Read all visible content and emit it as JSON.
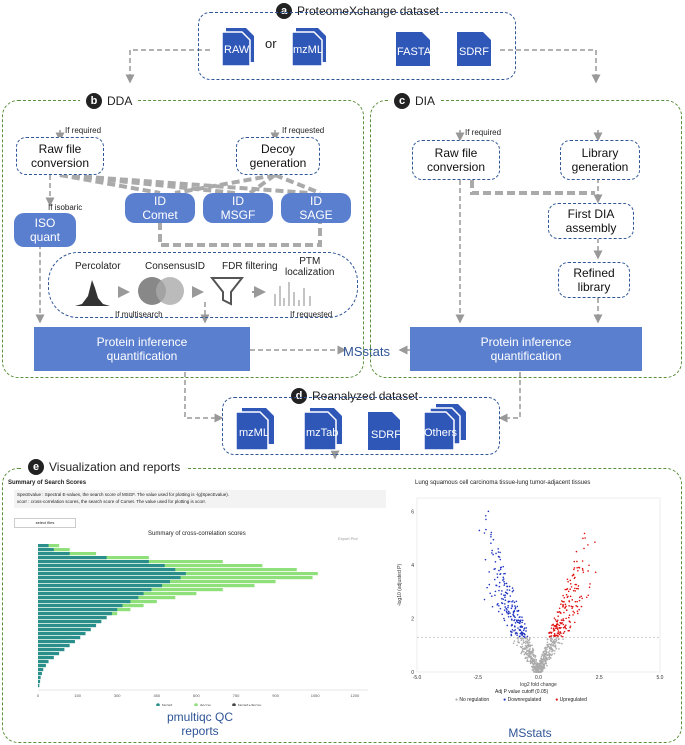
{
  "panel_a": {
    "letter": "a",
    "title": "ProteomeXchange dataset",
    "files_left": [
      "RAW",
      "mzML"
    ],
    "or": "or",
    "files_right": [
      "FASTA",
      "SDRF"
    ]
  },
  "panel_b": {
    "letter": "b",
    "title": "DDA",
    "raw": "Raw file\nconversion",
    "raw_note": "If required",
    "decoy": "Decoy\ngeneration",
    "decoy_note": "If requested",
    "iso": "ISO\nquant",
    "iso_note": "If isobaric",
    "id_comet": "ID\nComet",
    "id_msgf": "ID\nMSGF",
    "id_sage": "ID\nSAGE",
    "percolator": "Percolator",
    "consensus": "ConsensusID",
    "fdr": "FDR filtering",
    "ptm": "PTM\nlocalization",
    "multisearch_note": "If multisearch",
    "requested_note": "If requested",
    "protein": "Protein inference\nquantification"
  },
  "center": {
    "msstats": "MSstats"
  },
  "panel_c": {
    "letter": "c",
    "title": "DIA",
    "raw": "Raw file\nconversion",
    "raw_note": "If required",
    "library": "Library\ngeneration",
    "first": "First DIA\nassembly",
    "refined": "Refined\nlibrary",
    "protein": "Protein inference\nquantification"
  },
  "panel_d": {
    "letter": "d",
    "title": "Reanalyzed dataset",
    "files": [
      "mzML",
      "mzTab",
      "SDRF",
      "Others"
    ]
  },
  "panel_e": {
    "letter": "e",
    "title": "Visualization and reports",
    "left_caption": "pmultiqc QC\nreports",
    "right_caption": "MSstats",
    "left_report": {
      "heading": "Summary of Search Scores",
      "bullets": [
        "SpecEvalue : Spectral E-values, the search score of MSGF. The value used for plotting is -lg(SpecEvalue).",
        "xcorr : cross-correlation scores, the search score of Comet. The value used for plotting is xcorr."
      ],
      "button": "select files",
      "chart_title": "Summary of cross-correlation scores",
      "export": "Export Plot",
      "legend": [
        "target",
        "decoy",
        "target+decoy"
      ]
    },
    "volcano_title": "Lung squamous cell carcinoma tissue-lung tumor-adjacent tissues",
    "volcano_xlabel": "log2 fold change",
    "volcano_ylabel": "-log10 (adjusted P)",
    "volcano_cutoff": "Adj P value cutoff (0.05)",
    "volcano_legend": [
      "No regulation",
      "Downregulated",
      "Upregulated"
    ]
  },
  "chart_data": [
    {
      "type": "bar",
      "title": "Summary of cross-correlation scores",
      "xlim": [
        0,
        1250
      ],
      "x_ticks": [
        0,
        150,
        300,
        450,
        600,
        750,
        900,
        1050,
        1200
      ],
      "series": [
        {
          "name": "target",
          "color": "#2a8f8a",
          "values": [
            40,
            60,
            120,
            260,
            420,
            480,
            520,
            560,
            540,
            500,
            470,
            430,
            400,
            380,
            350,
            320,
            300,
            280,
            260,
            240,
            220,
            200,
            180,
            160,
            140,
            120,
            100,
            80,
            60,
            40,
            30,
            20,
            15,
            10,
            8,
            5
          ]
        },
        {
          "name": "decoy",
          "color": "#8fe07a",
          "values": [
            80,
            120,
            220,
            420,
            700,
            850,
            980,
            1060,
            1040,
            900,
            820,
            700,
            600,
            520,
            450,
            400,
            350,
            300,
            260,
            220,
            190,
            160,
            130,
            110,
            90,
            70,
            55,
            40,
            30,
            20,
            15,
            10,
            8,
            5,
            4,
            3
          ]
        }
      ]
    },
    {
      "type": "scatter",
      "title": "Lung squamous cell carcinoma tissue-lung tumor-adjacent tissues",
      "xlim": [
        -5,
        5
      ],
      "ylim": [
        0,
        6.5
      ],
      "x_ticks": [
        -5.0,
        -2.5,
        0.0,
        2.5,
        5.0
      ],
      "y_ticks": [
        0,
        2,
        4,
        6
      ],
      "colors": {
        "No regulation": "#aaaaaa",
        "Downregulated": "#2035c0",
        "Upregulated": "#e01010"
      }
    }
  ]
}
